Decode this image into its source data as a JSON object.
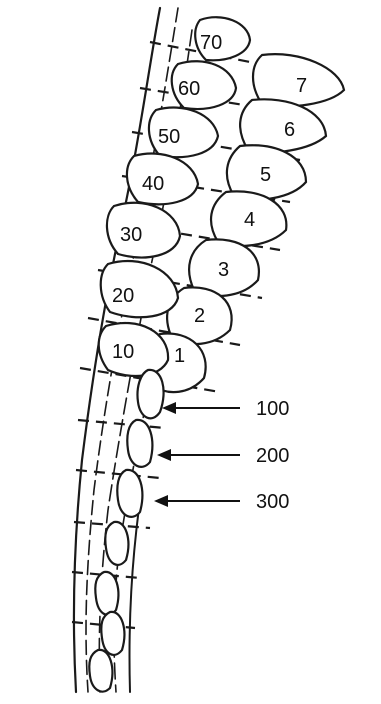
{
  "labels": {
    "left_scales": [
      "70",
      "60",
      "50",
      "40",
      "30",
      "20",
      "10"
    ],
    "right_scales": [
      "7",
      "6",
      "5",
      "4",
      "3",
      "2",
      "1"
    ],
    "arrows": [
      "100",
      "200",
      "300"
    ]
  },
  "colors": {
    "ink": "#1a1a1a",
    "paper": "#ffffff"
  }
}
